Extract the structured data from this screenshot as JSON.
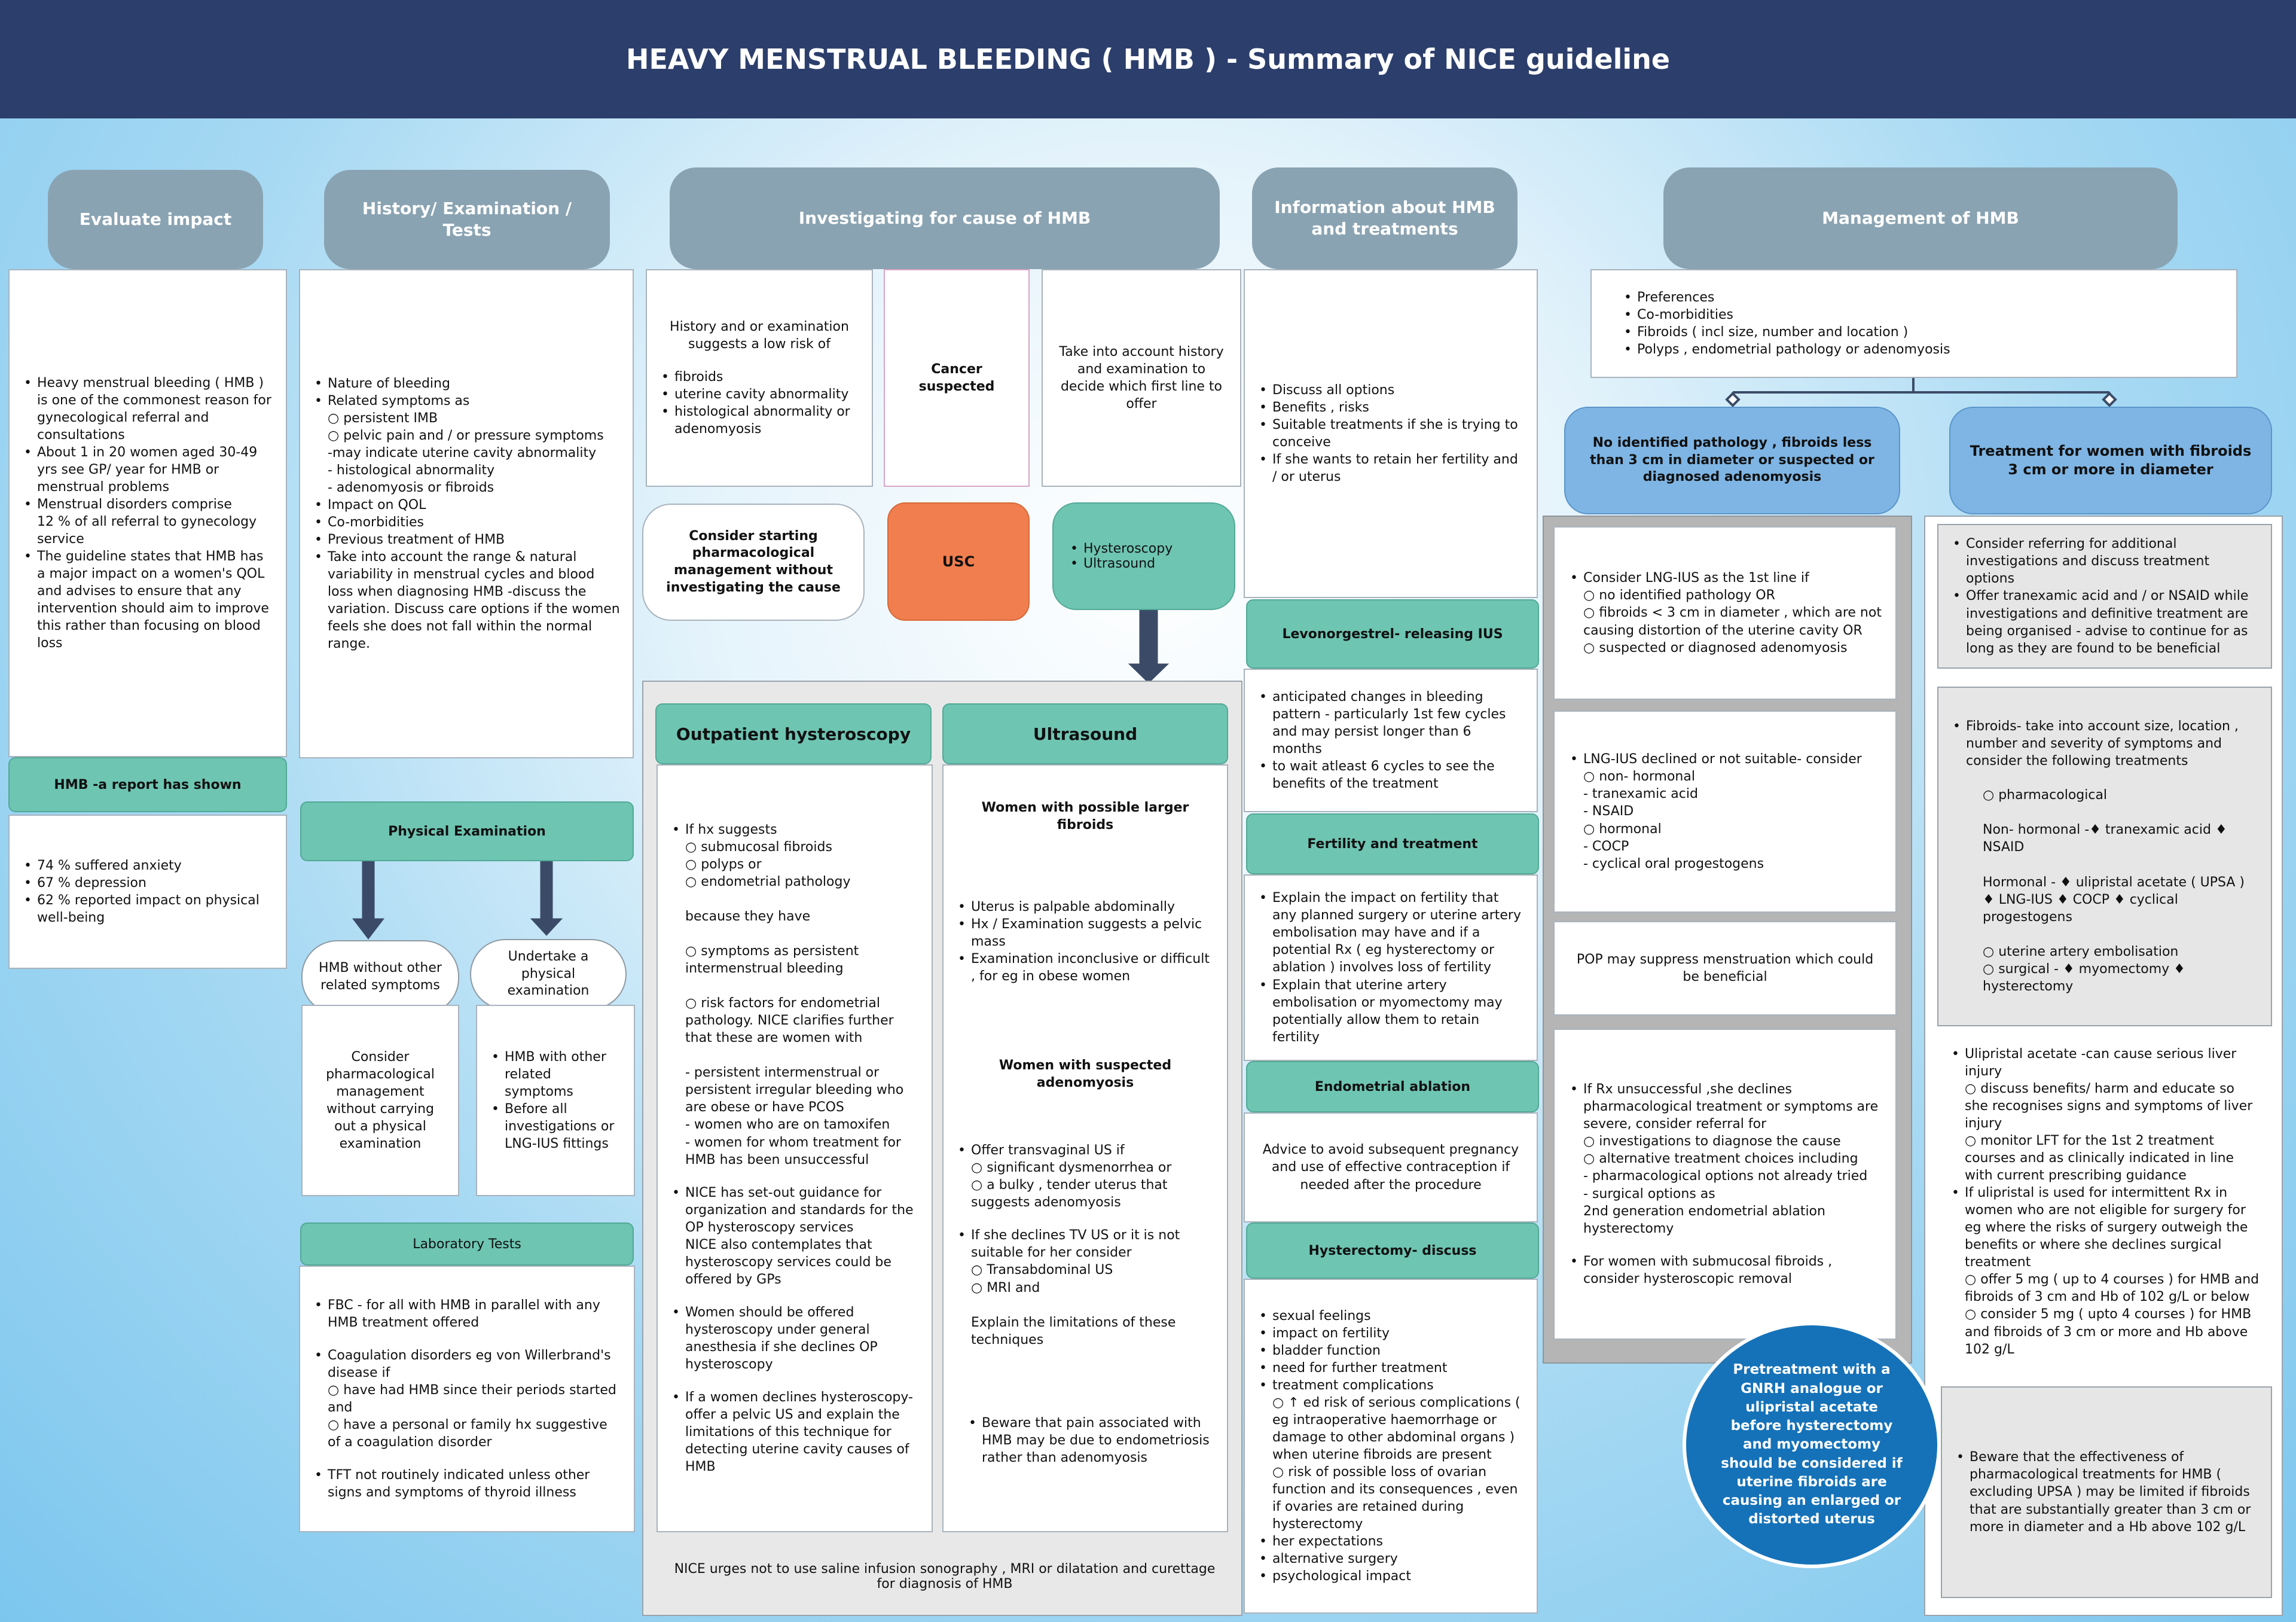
{
  "title": "HEAVY MENSTRUAL BLEEDING ( HMB ) - Summary of NICE guideline",
  "headers": {
    "evaluate": "Evaluate impact",
    "history": "History/ Examination / Tests",
    "investigating": "Investigating for cause of HMB",
    "information": "Information about HMB and treatments",
    "management": "Management of HMB"
  },
  "evaluate": {
    "items": [
      "Heavy menstrual bleeding ( HMB ) is one of the commonest reason for gynecological referral and consultations",
      "About 1 in 20 women aged 30-49 yrs see GP/ year for HMB or menstrual problems",
      "Menstrual disorders comprise\n12 % of all referral to gynecology service",
      "The guideline states that HMB has a major impact on a women's QOL and advises to ensure that any intervention should aim to improve this rather than focusing on blood loss"
    ],
    "report_label": "HMB -a report has shown",
    "report_items": [
      "74 % suffered anxiety",
      "67 % depression",
      "62 % reported impact on physical well-being"
    ]
  },
  "history": {
    "items": [
      "Nature of bleeding",
      "Related symptoms as\n○ persistent IMB\n○ pelvic pain and / or pressure symptoms\n-may indicate uterine cavity abnormality\n- histological abnormality\n- adenomyosis or fibroids",
      "Impact on QOL",
      "Co-morbidities",
      "Previous treatment of HMB",
      "Take into account the range & natural variability in menstrual cycles and blood loss when diagnosing HMB -discuss the variation. Discuss care options if the women feels she does not fall within the normal range."
    ],
    "phys_label": "Physical Examination",
    "pill_left": "HMB without other related symptoms",
    "pill_right": "Undertake a physical examination",
    "left_text": "Consider pharmacological management without carrying out a physical examination",
    "right_items": [
      "HMB with other related symptoms",
      "Before all investigations or LNG-IUS fittings"
    ],
    "lab_label": "Laboratory Tests",
    "lab_items": [
      "FBC - for all with HMB in parallel with any HMB treatment offered",
      "Coagulation disorders eg von Willerbrand's disease if\n○ have had HMB since their periods started and\n○ have a personal or family hx suggestive of a coagulation disorder",
      "TFT not routinely indicated unless other signs and symptoms of thyroid illness"
    ]
  },
  "investigating": {
    "low_risk_intro": "History and or examination suggests a low risk of",
    "low_risk_items": [
      "fibroids",
      "uterine cavity abnormality",
      "histological abnormality or adenomyosis"
    ],
    "cancer": "Cancer suspected",
    "account": "Take into account history and examination to decide which first line to offer",
    "consider": "Consider starting pharmacological management without investigating the cause",
    "usc": "USC",
    "hyst_us": [
      "Hysteroscopy",
      "Ultrasound"
    ],
    "op_title": "Outpatient hysteroscopy",
    "us_title": "Ultrasound",
    "op_items": [
      "If hx suggests\n○ submucosal fibroids\n○ polyps or\n○ endometrial pathology\n\nbecause they have\n\n○ symptoms as persistent intermenstrual bleeding\n\n○ risk factors for endometrial pathology. NICE clarifies further that these are women with\n\n- persistent intermenstrual or persistent irregular bleeding who are obese or have PCOS\n- women who are on tamoxifen\n- women for whom treatment for HMB has been unsuccessful",
      "NICE has set-out guidance for organization and standards for the OP hysteroscopy services\nNICE also contemplates that hysteroscopy services could be offered by GPs",
      "Women should be offered hysteroscopy under general anesthesia if she declines OP hysteroscopy",
      "If a women declines hysteroscopy-offer a pelvic US and explain the limitations of this technique for detecting uterine cavity causes of HMB"
    ],
    "us_sub1": "Women with possible larger fibroids",
    "us_items1": [
      "Uterus is palpable abdominally",
      "Hx / Examination suggests a pelvic mass",
      "Examination inconclusive or difficult , for eg in obese women"
    ],
    "us_sub2": "Women with suspected adenomyosis",
    "us_items2": [
      "Offer transvaginal US if\n○ significant dysmenorrhea or\n○ a bulky , tender uterus that suggests adenomyosis",
      "If she declines TV US or it is not suitable for her consider\n○ Transabdominal US\n○ MRI and\n\nExplain the limitations of these techniques"
    ],
    "us_items3": [
      "Beware that pain associated with HMB may be due to endometriosis rather than adenomyosis"
    ],
    "footer": "NICE urges not to use saline infusion sonography , MRI or dilatation and curettage for diagnosis of HMB"
  },
  "information": {
    "items": [
      "Discuss all options",
      "Benefits , risks",
      "Suitable treatments if she is trying to conceive",
      "If she wants to retain her fertility and / or uterus"
    ],
    "lng_label": "Levonorgestrel- releasing IUS",
    "lng_items": [
      "anticipated changes in bleeding pattern - particularly 1st few cycles and may persist longer than 6 months",
      "to wait atleast 6 cycles to see the benefits of the treatment"
    ],
    "fert_label": "Fertility and treatment",
    "fert_items": [
      "Explain the impact on fertility that any planned surgery or uterine artery embolisation may have and if a potential Rx ( eg hysterectomy or ablation ) involves loss of fertility",
      "Explain that uterine artery embolisation or myomectomy may potentially allow them to retain fertility"
    ],
    "abl_label": "Endometrial ablation",
    "abl_text": "Advice to avoid subsequent pregnancy and use of effective contraception if needed after the procedure",
    "hyst_label": "Hysterectomy- discuss",
    "hyst_items": [
      "sexual feelings",
      "impact on fertility",
      "bladder function",
      "need for further treatment",
      "treatment complications\n○ ↑ ed risk of serious complications ( eg intraoperative haemorrhage or damage to other abdominal organs ) when uterine fibroids are present\n○ risk of possible loss of ovarian function and its consequences , even if ovaries are retained during hysterectomy",
      "her expectations",
      "alternative surgery",
      "psychological impact"
    ]
  },
  "management": {
    "top_items": [
      "Preferences",
      "Co-morbidities",
      "Fibroids ( incl size, number and location )",
      "Polyps , endometrial pathology or adenomyosis"
    ],
    "left_title": "No identified pathology , fibroids less than 3 cm in diameter or suspected or diagnosed adenomyosis",
    "right_title": "Treatment for women with fibroids\n3 cm or more in diameter",
    "l1": "Consider LNG-IUS as the 1st line if\n○ no identified pathology OR\n○ fibroids < 3 cm in diameter , which are not causing distortion of the uterine cavity OR\n○ suspected or diagnosed adenomyosis",
    "l2": "LNG-IUS declined or not suitable- consider\n○ non- hormonal\n- tranexamic acid\n- NSAID\n○ hormonal\n- COCP\n- cyclical oral progestogens",
    "l3": "POP may suppress menstruation which could be beneficial",
    "l4_items": [
      "If Rx unsuccessful ,she declines pharmacological treatment or symptoms are severe, consider referral  for\n○ investigations to diagnose the cause\n○ alternative treatment choices including\n- pharmacological options not already tried\n- surgical options as\n   2nd generation endometrial ablation\n   hysterectomy",
      "For women with submucosal fibroids , consider hysteroscopic removal"
    ],
    "r1_items": [
      "Consider referring for additional investigations and discuss treatment options",
      "Offer tranexamic acid and / or NSAID while investigations and definitive treatment are being organised - advise to continue for as long as they are found to be beneficial"
    ],
    "r2_items": [
      "Fibroids- take into account size, location , number and severity of symptoms and consider the following treatments"
    ],
    "r2_text": "○ pharmacological\n\nNon- hormonal -♦ tranexamic acid ♦ NSAID\n\nHormonal - ♦ ulipristal acetate ( UPSA )\n♦ LNG-IUS ♦ COCP ♦ cyclical progestogens\n\n○ uterine artery embolisation\n○ surgical - ♦ myomectomy  ♦ hysterectomy",
    "r3_items": [
      "Ulipristal acetate -can cause serious liver injury\n○ discuss benefits/ harm and educate so she recognises signs and symptoms of liver injury\n○ monitor LFT for the 1st 2 treatment courses and as clinically indicated in line with current prescribing guidance",
      "If ulipristal is used for intermittent Rx in women who are not eligible for surgery for eg where the risks of surgery outweigh the benefits or where she declines surgical treatment\n○ offer 5 mg ( up to 4 courses ) for HMB and fibroids of 3 cm and Hb of 102 g/L or below\n○ consider 5 mg ( upto 4 courses ) for HMB and fibroids of 3 cm or more and Hb above 102 g/L"
    ],
    "circle": "Pretreatment with a GNRH analogue or ulipristal acetate before hysterectomy and myomectomy should be considered if uterine fibroids are causing an enlarged or distorted uterus",
    "r4_items": [
      "Beware that the effectiveness of pharmacological treatments for HMB ( excluding UPSA ) may be limited if fibroids that are substantially greater than 3 cm or more in diameter and a Hb above 102 g/L"
    ]
  }
}
